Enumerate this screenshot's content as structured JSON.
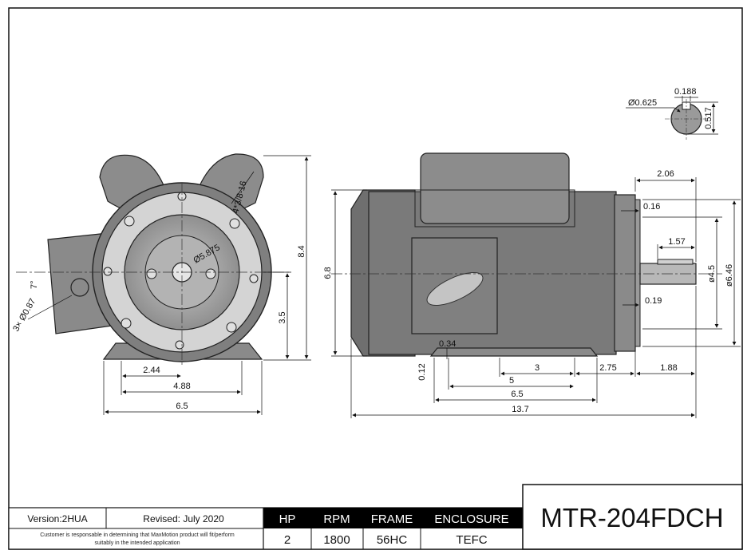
{
  "drawing": {
    "front_view": {
      "dims": {
        "height_total": "8.4",
        "shaft_height": "3.5",
        "base_half": "2.44",
        "base_holes": "4.88",
        "base_width": "6.5",
        "bolt_circle": "Ø5.875",
        "tapped_holes": "4*3/8-16",
        "conduit_angle": "7°",
        "conduit_holes": "3× Ø0.87"
      }
    },
    "side_view": {
      "dims": {
        "frame_height": "6.8",
        "shaft_ext": "2.06",
        "shoulder": "0.16",
        "key_len": "1.57",
        "pilot_dia": "ø4.5",
        "face_dia": "ø6.46",
        "face_gap": "0.19",
        "foot_thk": "0.34",
        "foot_off": "0.12",
        "hole_span": "3",
        "slot_span": "5",
        "foot_len": "6.5",
        "end_to_hole": "2.75",
        "shaft_face": "1.88",
        "overall": "13.7"
      }
    },
    "shaft_section": {
      "dims": {
        "shaft_dia": "Ø0.625",
        "key_width": "0.188",
        "key_depth": "0.517"
      }
    }
  },
  "title_block": {
    "version": "Version:2HUA",
    "revised": "Revised: July 2020",
    "disclaimer_1": "Customer is responsable in determining that MaxMotion product will fit/perform",
    "disclaimer_2": "suitably in the intended application",
    "headers": [
      "HP",
      "RPM",
      "FRAME",
      "ENCLOSURE"
    ],
    "values": [
      "2",
      "1800",
      "56HC",
      "TEFC"
    ],
    "model": "MTR-204FDCH",
    "header_bg": "#000000"
  }
}
